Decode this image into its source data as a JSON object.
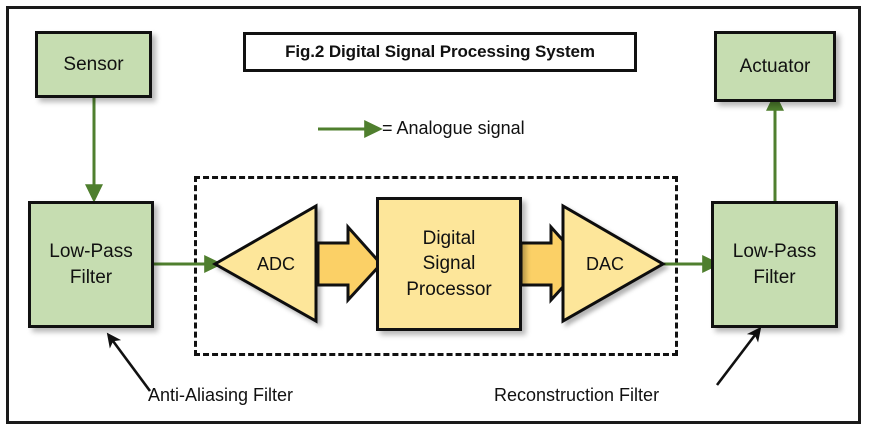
{
  "figure": {
    "title": "Fig.2 Digital Signal Processing System",
    "legend": {
      "arrow_icon": "green-arrow-icon",
      "label": "= Analogue signal"
    },
    "colors": {
      "block_green": "#c6ddb1",
      "block_yellow": "#fde69a",
      "block_arrow_yellow": "#fbd066",
      "signal_arrow_green": "#4f7f2e",
      "outline_black": "#111111",
      "frame_black": "#1a1a1a",
      "page_white": "#ffffff"
    },
    "blocks": {
      "sensor": {
        "label": "Sensor"
      },
      "input_lpf": {
        "line1": "Low-Pass",
        "line2": "Filter"
      },
      "adc": {
        "label": "ADC"
      },
      "dsp": {
        "line1": "Digital",
        "line2": "Signal",
        "line3": "Processor"
      },
      "dac": {
        "label": "DAC"
      },
      "output_lpf": {
        "line1": "Low-Pass",
        "line2": "Filter"
      },
      "actuator": {
        "label": "Actuator"
      }
    },
    "annotations": {
      "anti_aliasing": "Anti-Aliasing Filter",
      "reconstruction": "Reconstruction Filter"
    },
    "dashed_region": {
      "name": "digital-domain-boundary"
    }
  }
}
